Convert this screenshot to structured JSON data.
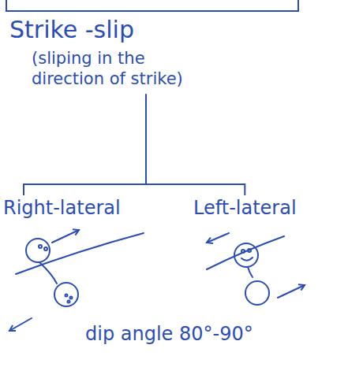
{
  "diagram": {
    "nodes": [
      {
        "text": [
          "Strike -slip",
          "(sliping in the direction of strike)"
        ]
      },
      {
        "text": [
          "Right-lateral"
        ]
      },
      {
        "text": [
          "Left-lateral"
        ]
      }
    ],
    "edges": [
      {
        "from": 0,
        "to": 1,
        "arrow": "none"
      },
      {
        "from": 0,
        "to": 2,
        "arrow": "none"
      }
    ],
    "labels": [
      "dip angle 80°-90°"
    ]
  }
}
